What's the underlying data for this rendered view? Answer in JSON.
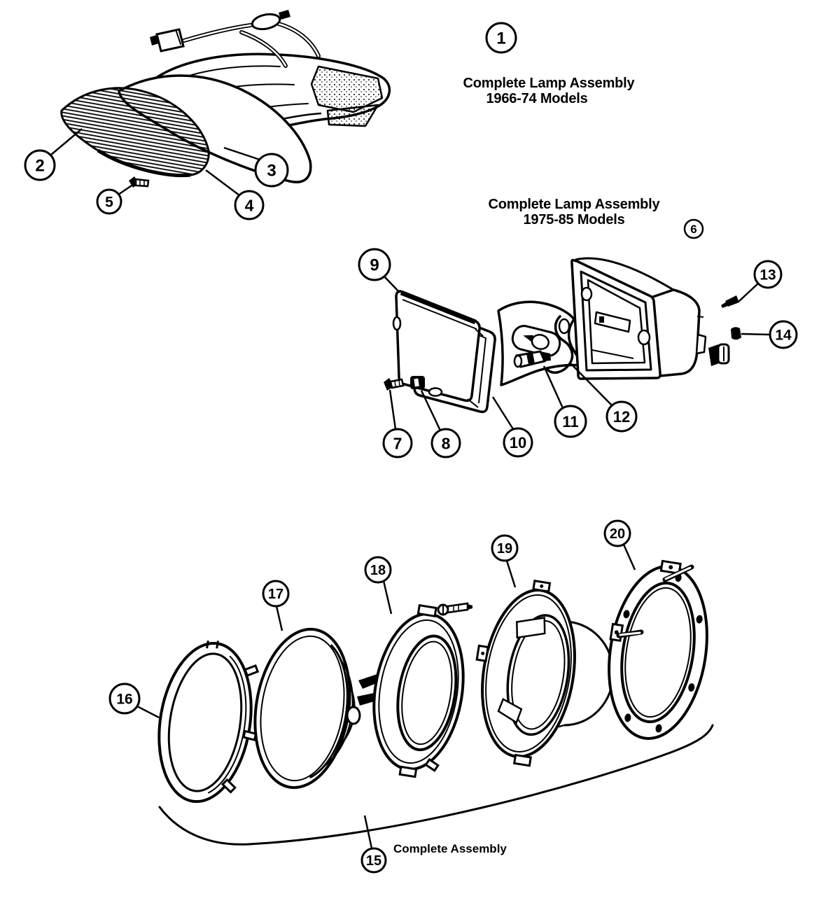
{
  "colors": {
    "ink": "#000000",
    "paper": "#ffffff"
  },
  "labels": {
    "lamp_1966": {
      "line1": "Complete Lamp Assembly",
      "line2": "1966-74 Models"
    },
    "lamp_1975": {
      "line1": "Complete Lamp Assembly",
      "line2": "1975-85 Models"
    },
    "complete_assembly": "Complete Assembly"
  },
  "callouts": [
    {
      "number": "1"
    },
    {
      "number": "2"
    },
    {
      "number": "3"
    },
    {
      "number": "4"
    },
    {
      "number": "5"
    },
    {
      "number": "6"
    },
    {
      "number": "7"
    },
    {
      "number": "8"
    },
    {
      "number": "9"
    },
    {
      "number": "10"
    },
    {
      "number": "11"
    },
    {
      "number": "12"
    },
    {
      "number": "13"
    },
    {
      "number": "14"
    },
    {
      "number": "15"
    },
    {
      "number": "16"
    },
    {
      "number": "17"
    },
    {
      "number": "18"
    },
    {
      "number": "19"
    },
    {
      "number": "20"
    }
  ]
}
